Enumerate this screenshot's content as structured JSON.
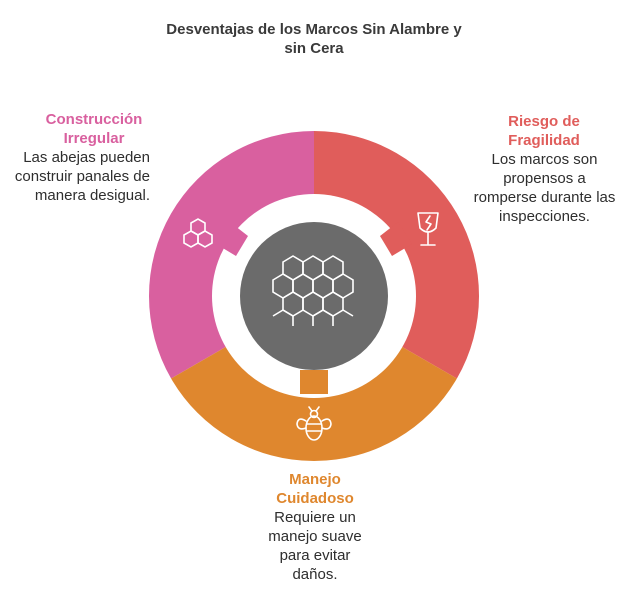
{
  "title": "Desventajas de los Marcos Sin Alambre y sin Cera",
  "colors": {
    "pink": "#d9609f",
    "red": "#e05d5b",
    "orange": "#df872e",
    "center": "#6b6b6b",
    "heading_pink": "#d9609f",
    "heading_red": "#e05d5b",
    "heading_orange": "#df872e"
  },
  "segments": [
    {
      "key": "construccion",
      "heading": "Construcción Irregular",
      "text": "Las abejas pueden construir panales de manera desigual.",
      "icon": "hexagons-icon",
      "color": "#d9609f"
    },
    {
      "key": "riesgo",
      "heading": "Riesgo de Fragilidad",
      "text": "Los marcos son propensos a romperse durante las inspecciones.",
      "icon": "broken-glass-icon",
      "color": "#e05d5b"
    },
    {
      "key": "manejo",
      "heading": "Manejo Cuidadoso",
      "text": "Requiere un manejo suave para evitar daños.",
      "icon": "bee-icon",
      "color": "#df872e"
    }
  ],
  "center_icon": "honeycomb-icon"
}
